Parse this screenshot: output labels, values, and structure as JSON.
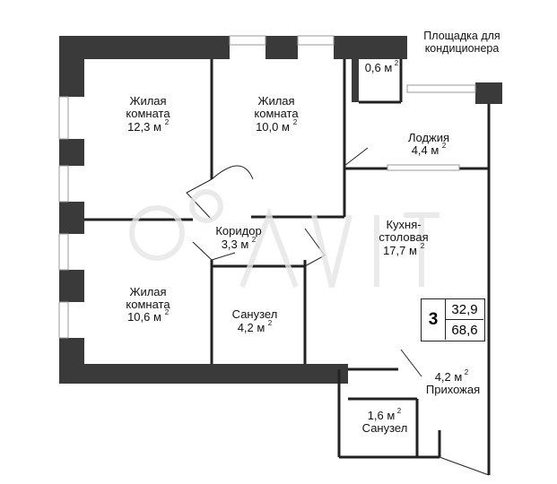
{
  "rooms": {
    "living1": {
      "line1": "Жилая",
      "line2": "комната",
      "area": "12,3 м",
      "unit_sup": "2"
    },
    "living2": {
      "line1": "Жилая",
      "line2": "комната",
      "area": "10,0 м",
      "unit_sup": "2"
    },
    "living3": {
      "line1": "Жилая",
      "line2": "комната",
      "area": "10,6 м",
      "unit_sup": "2"
    },
    "corridor": {
      "line1": "Коридор",
      "area": "3,3 м",
      "unit_sup": "2"
    },
    "bathroom": {
      "line1": "Санузел",
      "area": "4,2 м",
      "unit_sup": "2"
    },
    "kitchen": {
      "line1": "Кухня-",
      "line2": "столовая",
      "area": "17,7 м",
      "unit_sup": "2"
    },
    "loggia": {
      "line1": "Лоджия",
      "area": "4,4 м",
      "unit_sup": "2"
    },
    "ac_platform": {
      "area": "0,6 м",
      "unit_sup": "2"
    },
    "hallway": {
      "area": "4,2 м",
      "unit_sup": "2",
      "line1": "Прихожая"
    },
    "wc": {
      "area": "1,6 м",
      "unit_sup": "2",
      "line1": "Санузел"
    }
  },
  "ac_label": {
    "line1": "Площадка для",
    "line2": "кондиционера"
  },
  "summary": {
    "rooms": "3",
    "living_area": "32,9",
    "total_area": "68,6"
  },
  "colors": {
    "wall": "#3a3a3a",
    "line": "#222222",
    "window": "#bbbbbb",
    "background": "#ffffff"
  }
}
